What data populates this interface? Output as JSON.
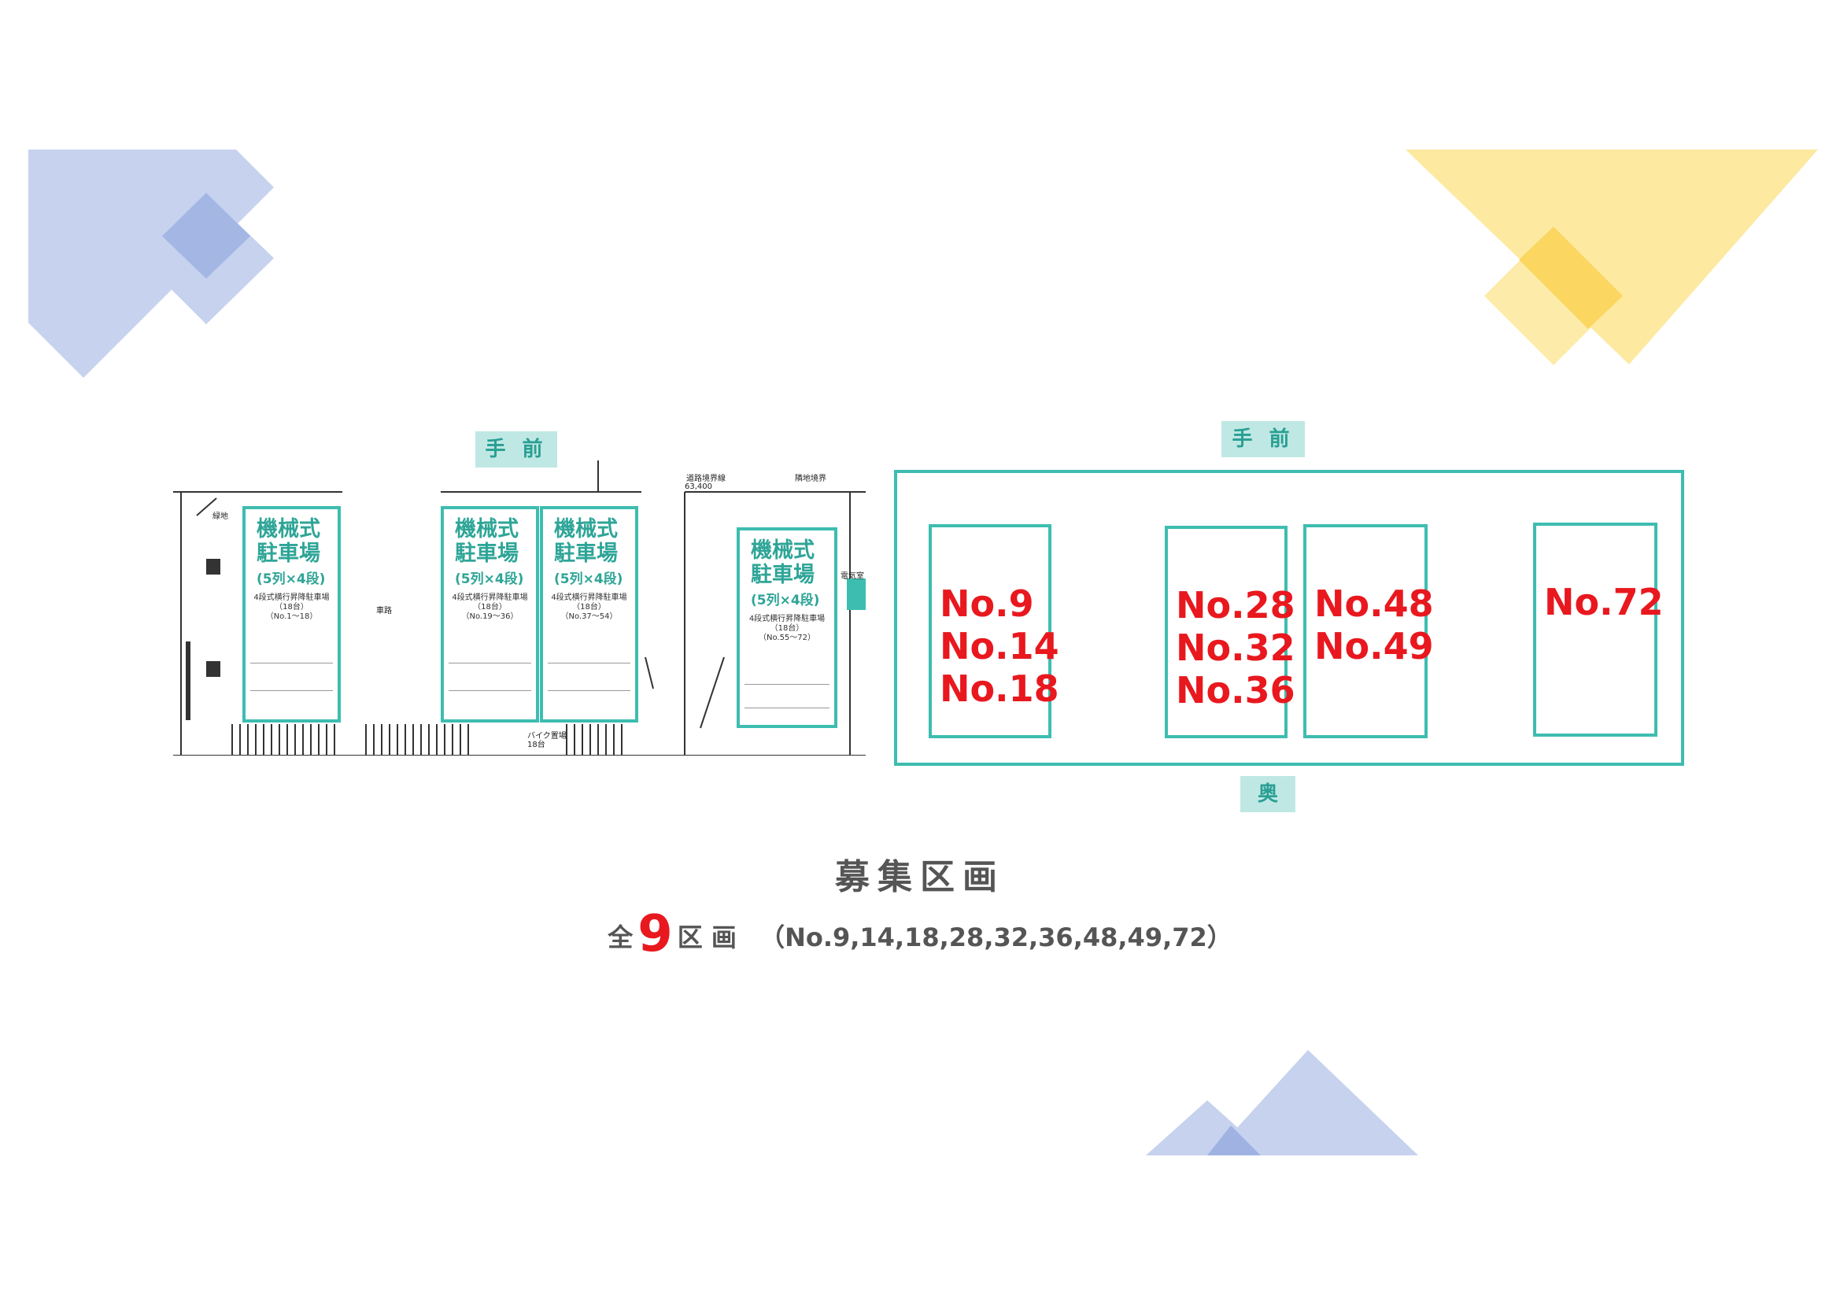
{
  "labels": {
    "front": "手 前",
    "back": "奥"
  },
  "plan": {
    "lots": [
      {
        "title": "機械式\n駐車場",
        "sub": "(5列×4段)",
        "detail": "4段式横行昇降駐車場\n（18台）\n（No.1～18）"
      },
      {
        "title": "機械式\n駐車場",
        "sub": "(5列×4段)",
        "detail": "4段式横行昇降駐車場\n（18台）\n（No.19～36）"
      },
      {
        "title": "機械式\n駐車場",
        "sub": "(5列×4段)",
        "detail": "4段式横行昇降駐車場\n（18台）\n（No.37～54）"
      },
      {
        "title": "機械式\n駐車場",
        "sub": "(5列×4段)",
        "detail": "4段式横行昇降駐車場\n（18台）\n（No.55～72）"
      }
    ],
    "notes": {
      "road": "車路",
      "bike": "バイク置場\n18台",
      "dim": "63,400",
      "elec": "電気室",
      "a": "緑地",
      "b": "道路境界線",
      "c": "隣地境界"
    }
  },
  "slots": {
    "group1": [
      "No.9",
      "No.14",
      "No.18"
    ],
    "group2": [
      "No.28",
      "No.32",
      "No.36"
    ],
    "group3": [
      "No.48",
      "No.49"
    ],
    "group4": [
      "No.72"
    ]
  },
  "heading": "募集区画",
  "summary": {
    "prefix": "全",
    "count": "9",
    "unit": "区 画",
    "list": "（No.9,14,18,28,32,36,48,49,72）"
  },
  "colors": {
    "teal": "#3dbdb0",
    "red": "#e8181e",
    "blue": "#8ea6e0",
    "yellow": "#fcd95a"
  }
}
